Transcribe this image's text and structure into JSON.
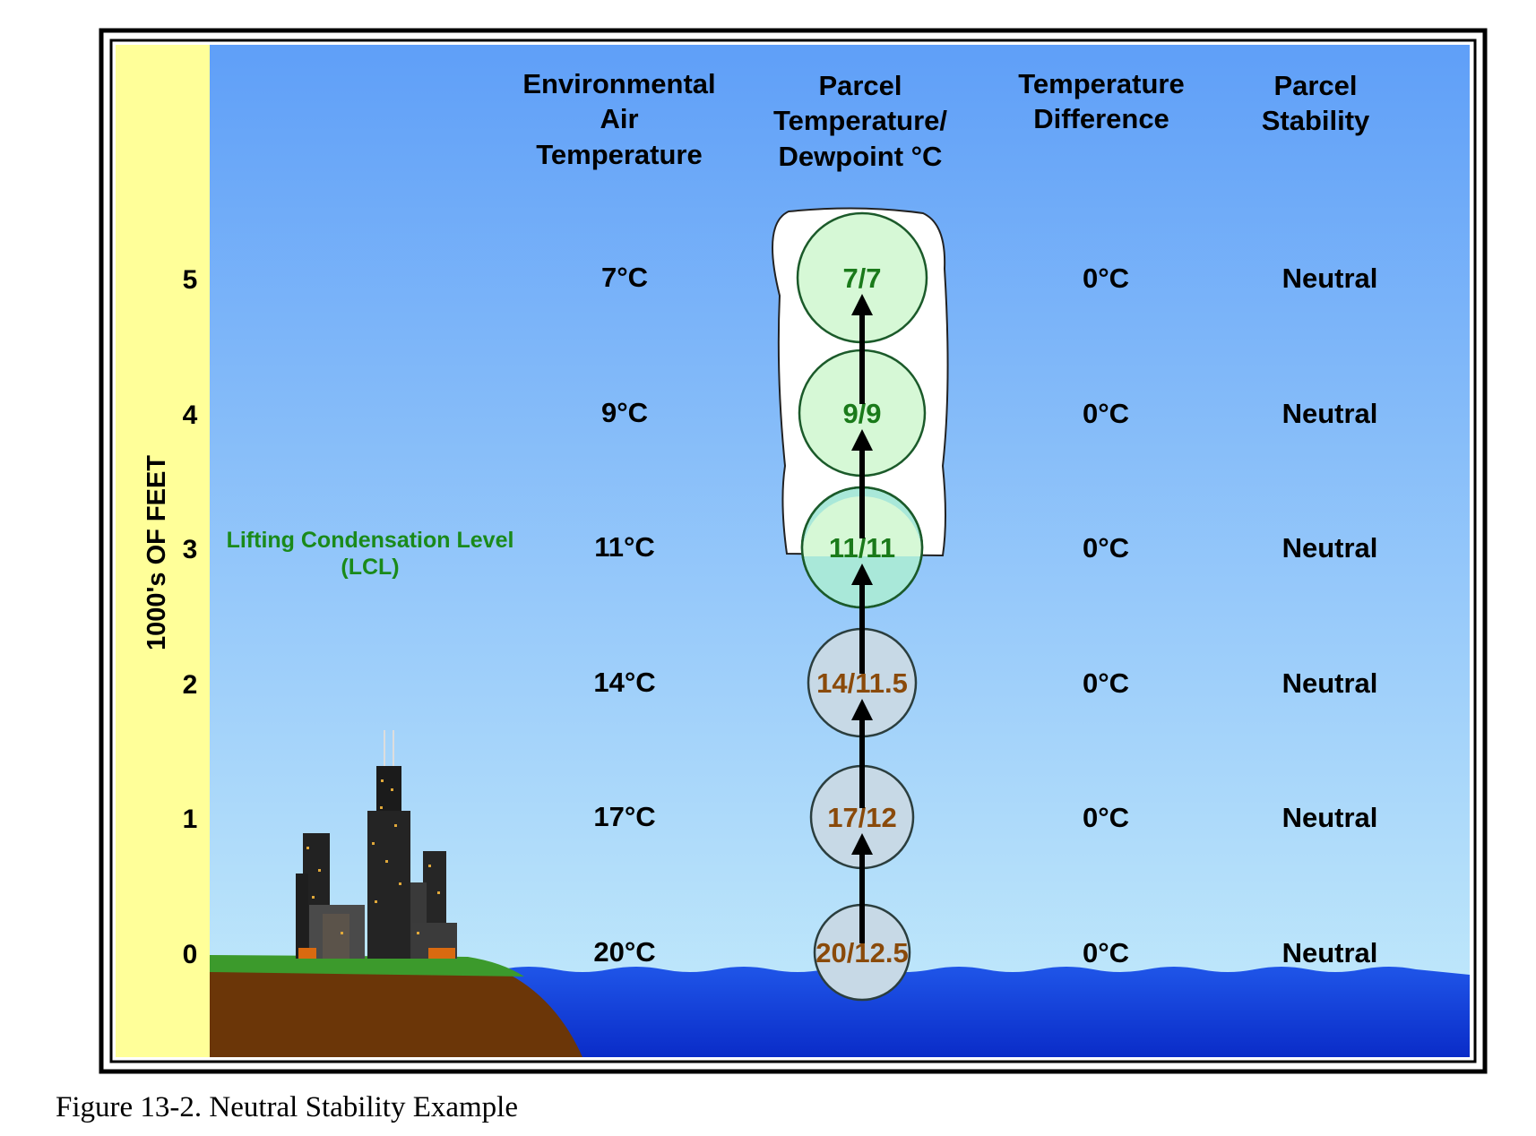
{
  "columns": {
    "env": [
      "Environmental",
      "Air",
      "Temperature"
    ],
    "parcel": [
      "Parcel",
      "Temperature/",
      "Dewpoint °C"
    ],
    "diff": [
      "Temperature",
      "Difference"
    ],
    "stability": [
      "Parcel",
      "Stability"
    ]
  },
  "axis_label": "1000's OF FEET",
  "lcl_label": [
    "Lifting Condensation Level",
    "(LCL)"
  ],
  "rows": [
    {
      "altitude": "5",
      "env_temp": "7°C",
      "parcel": "7/7",
      "diff": "0°C",
      "stability": "Neutral",
      "state": "saturated"
    },
    {
      "altitude": "4",
      "env_temp": "9°C",
      "parcel": "9/9",
      "diff": "0°C",
      "stability": "Neutral",
      "state": "saturated"
    },
    {
      "altitude": "3",
      "env_temp": "11°C",
      "parcel": "11/11",
      "diff": "0°C",
      "stability": "Neutral",
      "state": "lcl"
    },
    {
      "altitude": "2",
      "env_temp": "14°C",
      "parcel": "14/11.5",
      "diff": "0°C",
      "stability": "Neutral",
      "state": "dry"
    },
    {
      "altitude": "1",
      "env_temp": "17°C",
      "parcel": "17/12",
      "diff": "0°C",
      "stability": "Neutral",
      "state": "dry"
    },
    {
      "altitude": "0",
      "env_temp": "20°C",
      "parcel": "20/12.5",
      "diff": "0°C",
      "stability": "Neutral",
      "state": "dry"
    }
  ],
  "colors": {
    "sky_top": "#5f9ff8",
    "sky_bottom": "#c5ecfb",
    "axis_band": "#ffff99",
    "water": "#1640e0",
    "ground": "#6b3608",
    "grass": "#3c9a2c",
    "saturated_text": "#1a7a1a",
    "dry_text": "#8a4a0a"
  },
  "caption": "Figure 13-2. Neutral Stability Example"
}
